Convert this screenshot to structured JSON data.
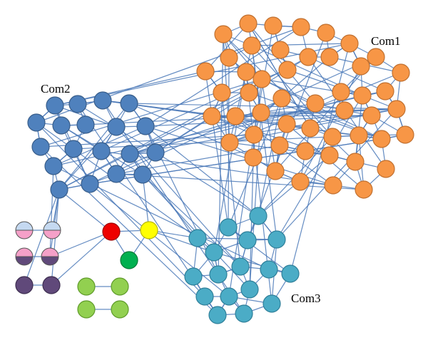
{
  "labels": {
    "com1": "Com1",
    "com2": "Com2",
    "com3": "Com3"
  },
  "colors": {
    "edge": "#4a78b8",
    "com1_fill": "#f79646",
    "com1_stroke": "#c07030",
    "com2_fill": "#4f81bd",
    "com2_stroke": "#385d8a",
    "com3_fill": "#4bacc6",
    "com3_stroke": "#2f7f99",
    "red": "#ee0000",
    "yellow": "#ffff00",
    "green": "#00b050",
    "light_green": "#92d050",
    "light_blue": "#c5d9f1",
    "pink": "#f5a0c8",
    "purple": "#60497a"
  }
}
